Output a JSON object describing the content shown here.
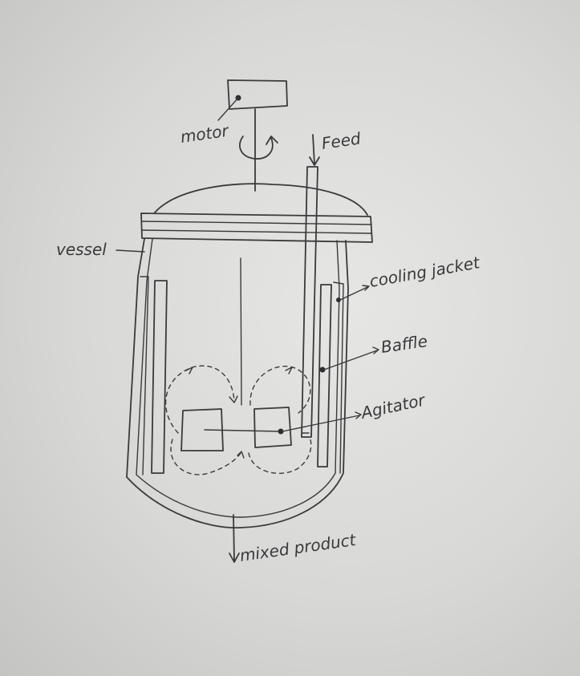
{
  "labels": {
    "motor": "motor",
    "feed": "Feed",
    "vessel": "vessel",
    "cooling_jacket": "cooling jacket",
    "baffle": "Baffle",
    "agitator": "Agitator",
    "mixed_product": "mixed product"
  }
}
